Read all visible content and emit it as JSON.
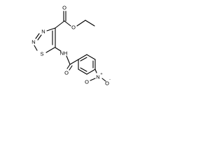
{
  "molecule": {
    "atoms": {
      "carbonyl_o_ester_top": "O",
      "ester_o": "O",
      "ring_n3": "N",
      "ring_n2": "N",
      "ring_s": "S",
      "amide_nh": "NH",
      "amide_o": "O",
      "nitro_o_left": "O",
      "nitro_n": "N",
      "nitro_n_charge": "+",
      "nitro_o_right": "O",
      "nitro_o_right_charge": "-"
    },
    "colors": {
      "bond": "#000000",
      "label": "#000000",
      "background": "#ffffff"
    }
  }
}
